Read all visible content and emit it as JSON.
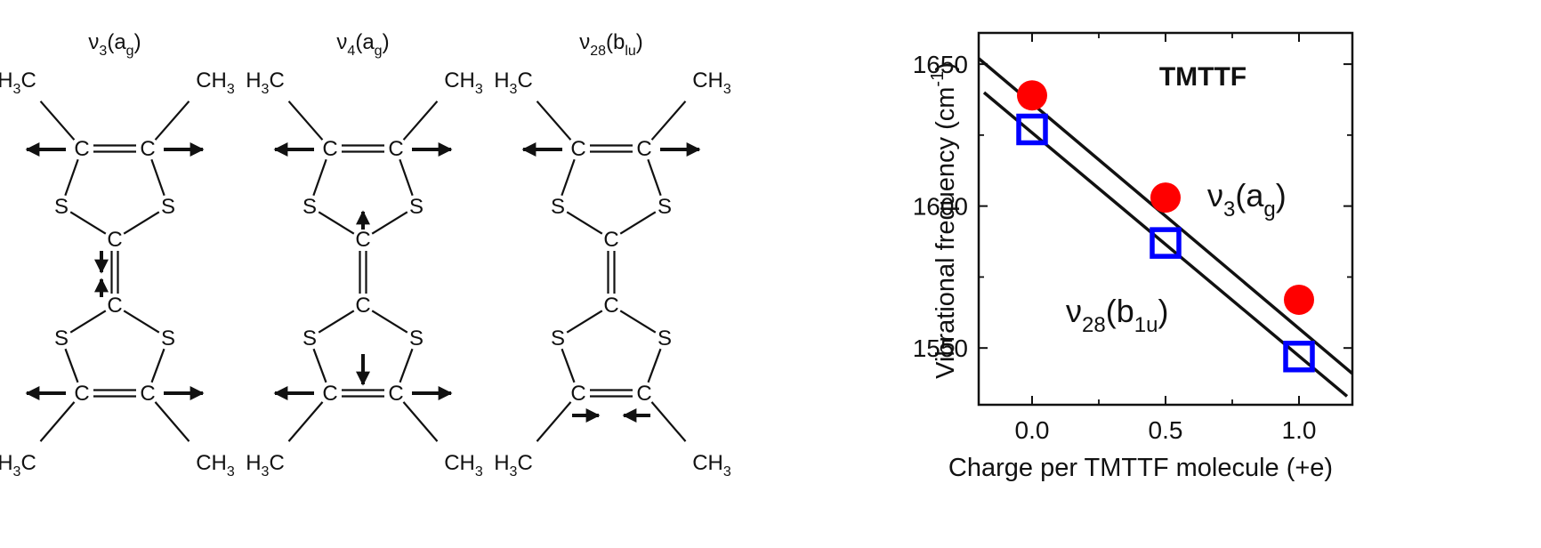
{
  "molecules": [
    {
      "mode_main": "ν",
      "mode_sub": "3",
      "sym_main": "a",
      "sym_sub": "g",
      "pattern": "v3"
    },
    {
      "mode_main": "ν",
      "mode_sub": "4",
      "sym_main": "a",
      "sym_sub": "g",
      "pattern": "v4"
    },
    {
      "mode_main": "ν",
      "mode_sub": "28",
      "sym_main": "b",
      "sym_sub": "lu",
      "pattern": "v28"
    }
  ],
  "atoms": {
    "carbon": "C",
    "sulfur": "S",
    "methyl_left_a": "H",
    "methyl_left_b": "3",
    "methyl_left_c": "C",
    "methyl_right_a": "CH",
    "methyl_right_b": "3"
  },
  "chart_data": {
    "type": "scatter",
    "title": "TMTTF",
    "xlabel": "Charge per TMTTF molecule (+e)",
    "ylabel_main": "Vibrational frequency (cm",
    "ylabel_sup": "-1",
    "ylabel_end": ")",
    "xlim": [
      -0.2,
      1.2
    ],
    "ylim": [
      1530,
      1661
    ],
    "x_ticks": [
      "0.0",
      "0.5",
      "1.0"
    ],
    "x_tick_values": [
      0.0,
      0.5,
      1.0
    ],
    "y_ticks": [
      "1550",
      "1600",
      "1650"
    ],
    "y_tick_values": [
      1550,
      1600,
      1650
    ],
    "series": [
      {
        "mode_main": "ν",
        "mode_sub": "3",
        "sym_main": "a",
        "sym_sub": "g",
        "marker": "circle",
        "color": "#ff0000",
        "x": [
          0.0,
          0.5,
          1.0
        ],
        "values": [
          1639,
          1603,
          1567
        ],
        "fit": {
          "x": [
            -0.2,
            1.2
          ],
          "y": [
            1652,
            1541
          ]
        }
      },
      {
        "mode_main": "ν",
        "mode_sub": "28",
        "sym_main": "b",
        "sym_sub": "1u",
        "marker": "square",
        "color": "#0000ff",
        "x": [
          0.0,
          0.5,
          1.0
        ],
        "values": [
          1627,
          1587,
          1547
        ],
        "fit": {
          "x": [
            -0.18,
            1.18
          ],
          "y": [
            1640,
            1533
          ]
        }
      }
    ]
  }
}
